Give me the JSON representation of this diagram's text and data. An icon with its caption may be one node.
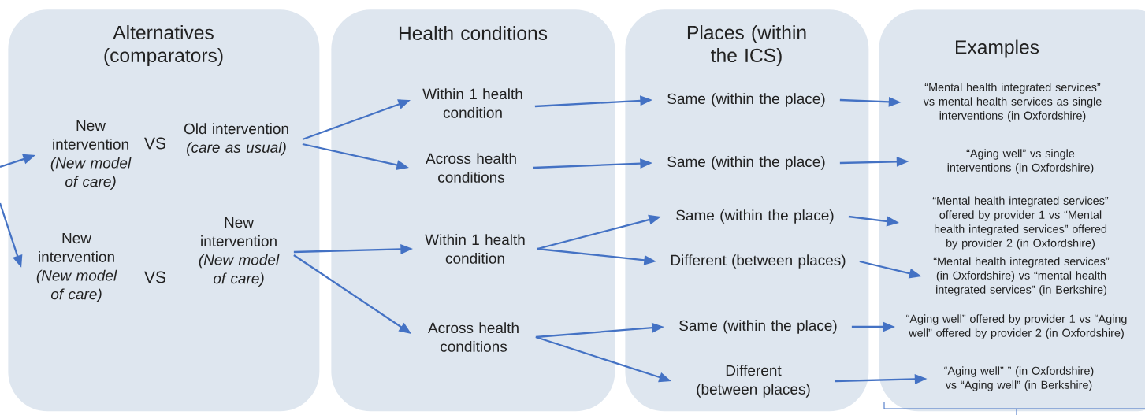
{
  "diagram": {
    "nodes": [
      {
        "text": [
          "Alternatives (comparators)"
        ]
      },
      {
        "text": [
          "Health conditions"
        ]
      },
      {
        "text": [
          "Places (within the ICS)"
        ]
      },
      {
        "text": [
          "Examples"
        ]
      },
      {
        "text": [
          "New intervention *(New model of care)*"
        ],
        "in": 0
      },
      {
        "text": [
          "Old intervention *(care as usual)*"
        ],
        "in": 0
      },
      {
        "text": [
          "New intervention *(New model of care)*"
        ],
        "in": 0
      },
      {
        "text": [
          "New intervention *(New model of care)*"
        ],
        "in": 0
      },
      {
        "text": [
          "Within 1 health condition"
        ],
        "in": 1
      },
      {
        "text": [
          "Across health conditions"
        ],
        "in": 1
      },
      {
        "text": [
          "Within 1 health condition"
        ],
        "in": 1
      },
      {
        "text": [
          "Across health conditions"
        ],
        "in": 1
      },
      {
        "text": [
          "Same (within the place)"
        ],
        "in": 2
      },
      {
        "text": [
          "Same (within the place)"
        ],
        "in": 2
      },
      {
        "text": [
          "Same (within the place)"
        ],
        "in": 2
      },
      {
        "text": [
          "Different (between places)"
        ],
        "in": 2
      },
      {
        "text": [
          "Same (within the place)"
        ],
        "in": 2
      },
      {
        "text": [
          "Different (between places)"
        ],
        "in": 2
      },
      {
        "text": [
          "“Mental health integrated services” vs mental health services as single interventions (in Oxfordshire)"
        ],
        "in": 3
      },
      {
        "text": [
          "“Aging well” vs single interventions (in Oxfordshire)"
        ],
        "in": 3
      },
      {
        "text": [
          "“Mental health integrated services” offered by provider 1 vs “Mental health integrated services” offered by provider 2 (in Oxfordshire)"
        ],
        "in": 3
      },
      {
        "text": [
          "“Mental health integrated services” (in Oxfordshire)  vs “mental health integrated services” (in Berkshire)"
        ],
        "in": 3
      },
      {
        "text": [
          "“Aging well” offered by provider 1 vs “Aging well” offered by provider 2 (in Oxfordshire)"
        ],
        "in": 3
      },
      {
        "text": [
          "“Aging well” ” (in Oxfordshire) vs “Aging well” (in Berkshire)"
        ],
        "in": 3
      }
    ],
    "edges": [
      {
        "from": null,
        "to": 4,
        "arrow": "to"
      },
      {
        "from": null,
        "to": 6,
        "arrow": "to"
      },
      {
        "from": 5,
        "to": 8,
        "arrow": "to"
      },
      {
        "from": 5,
        "to": 9,
        "arrow": "to"
      },
      {
        "from": 7,
        "to": 10,
        "arrow": "to"
      },
      {
        "from": 7,
        "to": 11,
        "arrow": "to"
      },
      {
        "from": 8,
        "to": 12,
        "arrow": "to"
      },
      {
        "from": 9,
        "to": 13,
        "arrow": "to"
      },
      {
        "from": 10,
        "to": 14,
        "arrow": "to"
      },
      {
        "from": 10,
        "to": 15,
        "arrow": "to"
      },
      {
        "from": 11,
        "to": 16,
        "arrow": "to"
      },
      {
        "from": 11,
        "to": 17,
        "arrow": "to"
      },
      {
        "from": 12,
        "to": 18,
        "arrow": "to"
      },
      {
        "from": 13,
        "to": 19,
        "arrow": "to"
      },
      {
        "from": 14,
        "to": 20,
        "arrow": "to"
      },
      {
        "from": 15,
        "to": 21,
        "arrow": "to"
      },
      {
        "from": 16,
        "to": 22,
        "arrow": "to"
      },
      {
        "from": 17,
        "to": 23,
        "arrow": "to"
      }
    ],
    "labels": [
      "VS",
      "VS"
    ]
  }
}
